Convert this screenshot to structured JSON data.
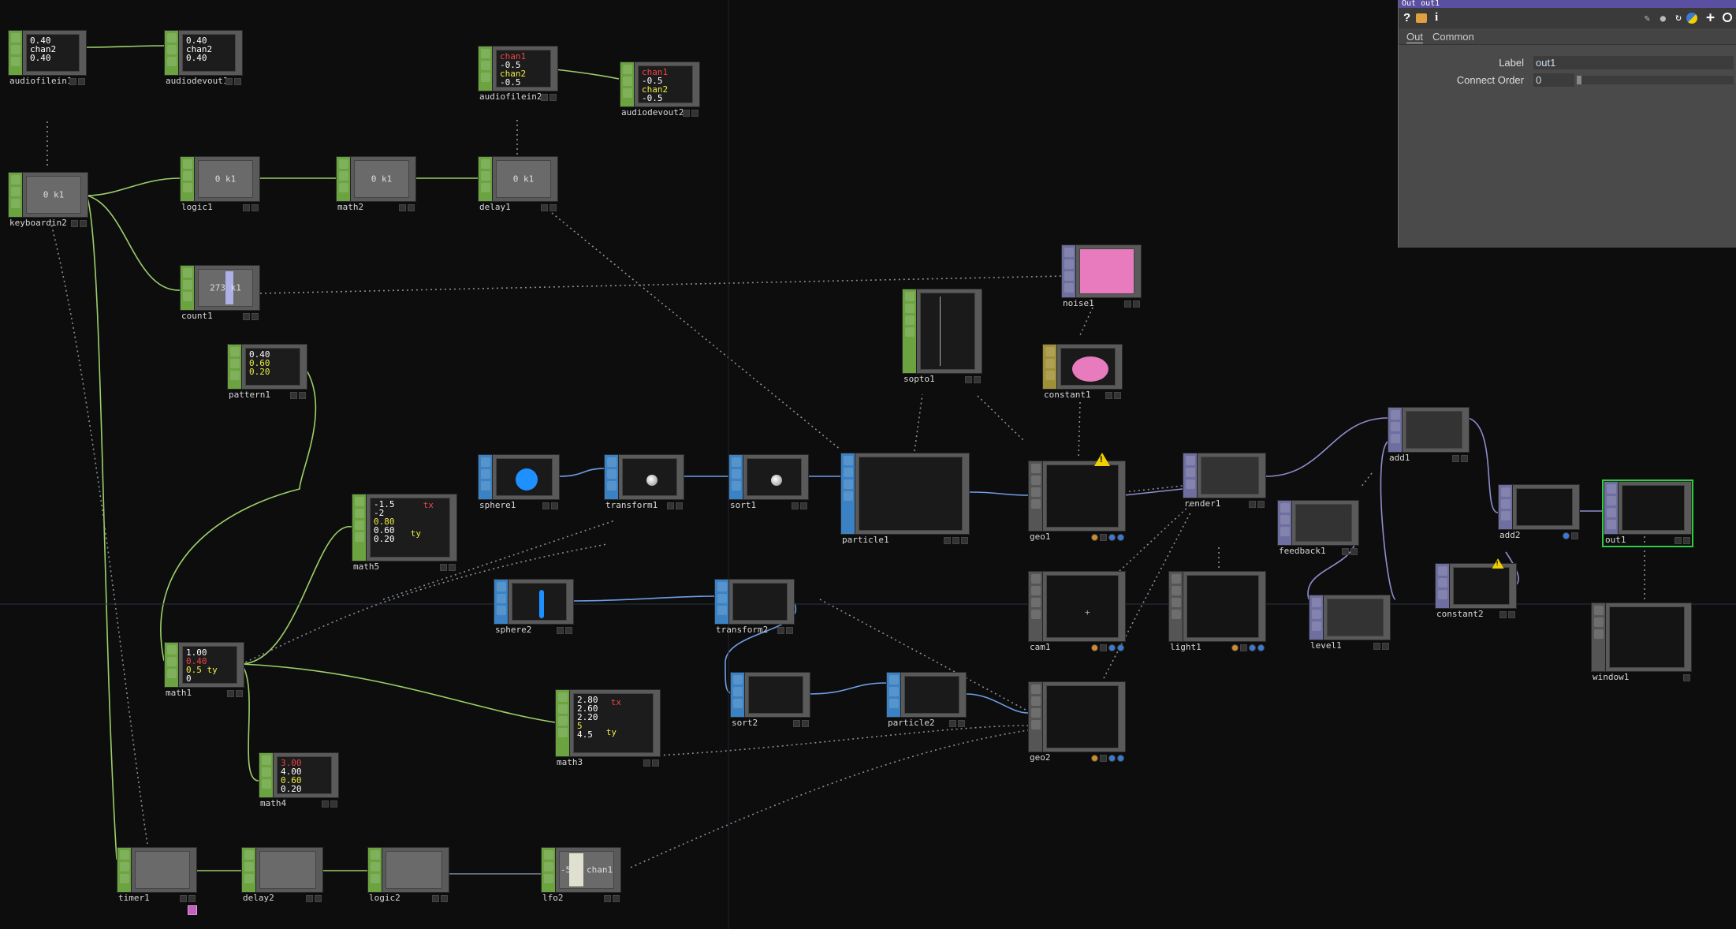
{
  "panel": {
    "title_prefix": "Out",
    "title_name": "out1",
    "tabs": [
      "Out",
      "Common"
    ],
    "params": [
      {
        "label": "Label",
        "value": "out1"
      },
      {
        "label": "Connect Order",
        "value": "0"
      }
    ]
  },
  "nodes": {
    "audiofilein1": {
      "name": "audiofilein1",
      "lines": [
        "0.40",
        "chan2",
        "0.40"
      ]
    },
    "audiodevout1": {
      "name": "audiodevout1",
      "lines": [
        "0.40",
        "chan2",
        "0.40"
      ]
    },
    "audiofilein2": {
      "name": "audiofilein2",
      "lines": [
        "chan1",
        "-0.5",
        "chan2",
        "-0.5"
      ]
    },
    "audiodevout2": {
      "name": "audiodevout2",
      "lines": [
        "chan1",
        "-0.5",
        "chan2",
        "-0.5"
      ]
    },
    "keyboardin2": {
      "name": "keyboardin2",
      "value": "0 k1"
    },
    "logic1": {
      "name": "logic1",
      "value": "0 k1"
    },
    "math2": {
      "name": "math2",
      "value": "0 k1"
    },
    "delay1": {
      "name": "delay1",
      "value": "0 k1"
    },
    "count1": {
      "name": "count1",
      "value": "273 k1"
    },
    "pattern1": {
      "name": "pattern1",
      "lines": [
        "0.40",
        "0.60",
        "0.20"
      ]
    },
    "math5": {
      "name": "math5",
      "lines": [
        "-1.5",
        "-2",
        "0.80",
        "0.60",
        "0.20"
      ],
      "tags": [
        "tx",
        "ty"
      ]
    },
    "math1": {
      "name": "math1",
      "lines": [
        "1.00",
        "0.40",
        "0.5",
        "0"
      ],
      "tags": [
        "ty"
      ]
    },
    "math3": {
      "name": "math3",
      "lines": [
        "2.80",
        "2.60",
        "2.20",
        "5",
        "4.5"
      ],
      "tags": [
        "tx",
        "ty"
      ]
    },
    "math4": {
      "name": "math4",
      "lines": [
        "3.00",
        "4.00",
        "0.60",
        "0.20"
      ]
    },
    "timer1": {
      "name": "timer1"
    },
    "delay2": {
      "name": "delay2"
    },
    "logic2": {
      "name": "logic2"
    },
    "lfo2": {
      "name": "lfo2",
      "value": "-5.5 chan1"
    },
    "sphere1": {
      "name": "sphere1"
    },
    "transform1": {
      "name": "transform1"
    },
    "sort1": {
      "name": "sort1"
    },
    "particle1": {
      "name": "particle1"
    },
    "sphere2": {
      "name": "sphere2"
    },
    "transform2": {
      "name": "transform2"
    },
    "sort2": {
      "name": "sort2"
    },
    "particle2": {
      "name": "particle2"
    },
    "sopto1": {
      "name": "sopto1"
    },
    "noise1": {
      "name": "noise1"
    },
    "constant1": {
      "name": "constant1"
    },
    "geo1": {
      "name": "geo1"
    },
    "cam1": {
      "name": "cam1"
    },
    "geo2": {
      "name": "geo2"
    },
    "light1": {
      "name": "light1"
    },
    "render1": {
      "name": "render1"
    },
    "feedback1": {
      "name": "feedback1"
    },
    "level1": {
      "name": "level1"
    },
    "add1": {
      "name": "add1"
    },
    "add2": {
      "name": "add2"
    },
    "constant2": {
      "name": "constant2"
    },
    "out1": {
      "name": "out1"
    },
    "window1": {
      "name": "window1"
    }
  },
  "colors": {
    "chop": "#6aa33f",
    "top": "#3b82c4",
    "sop": "#6e6ea0",
    "selected": "#2ecc40",
    "noise_pink": "#e87bbd",
    "sphere_blue": "#1e90ff",
    "warning": "#f0d000"
  }
}
